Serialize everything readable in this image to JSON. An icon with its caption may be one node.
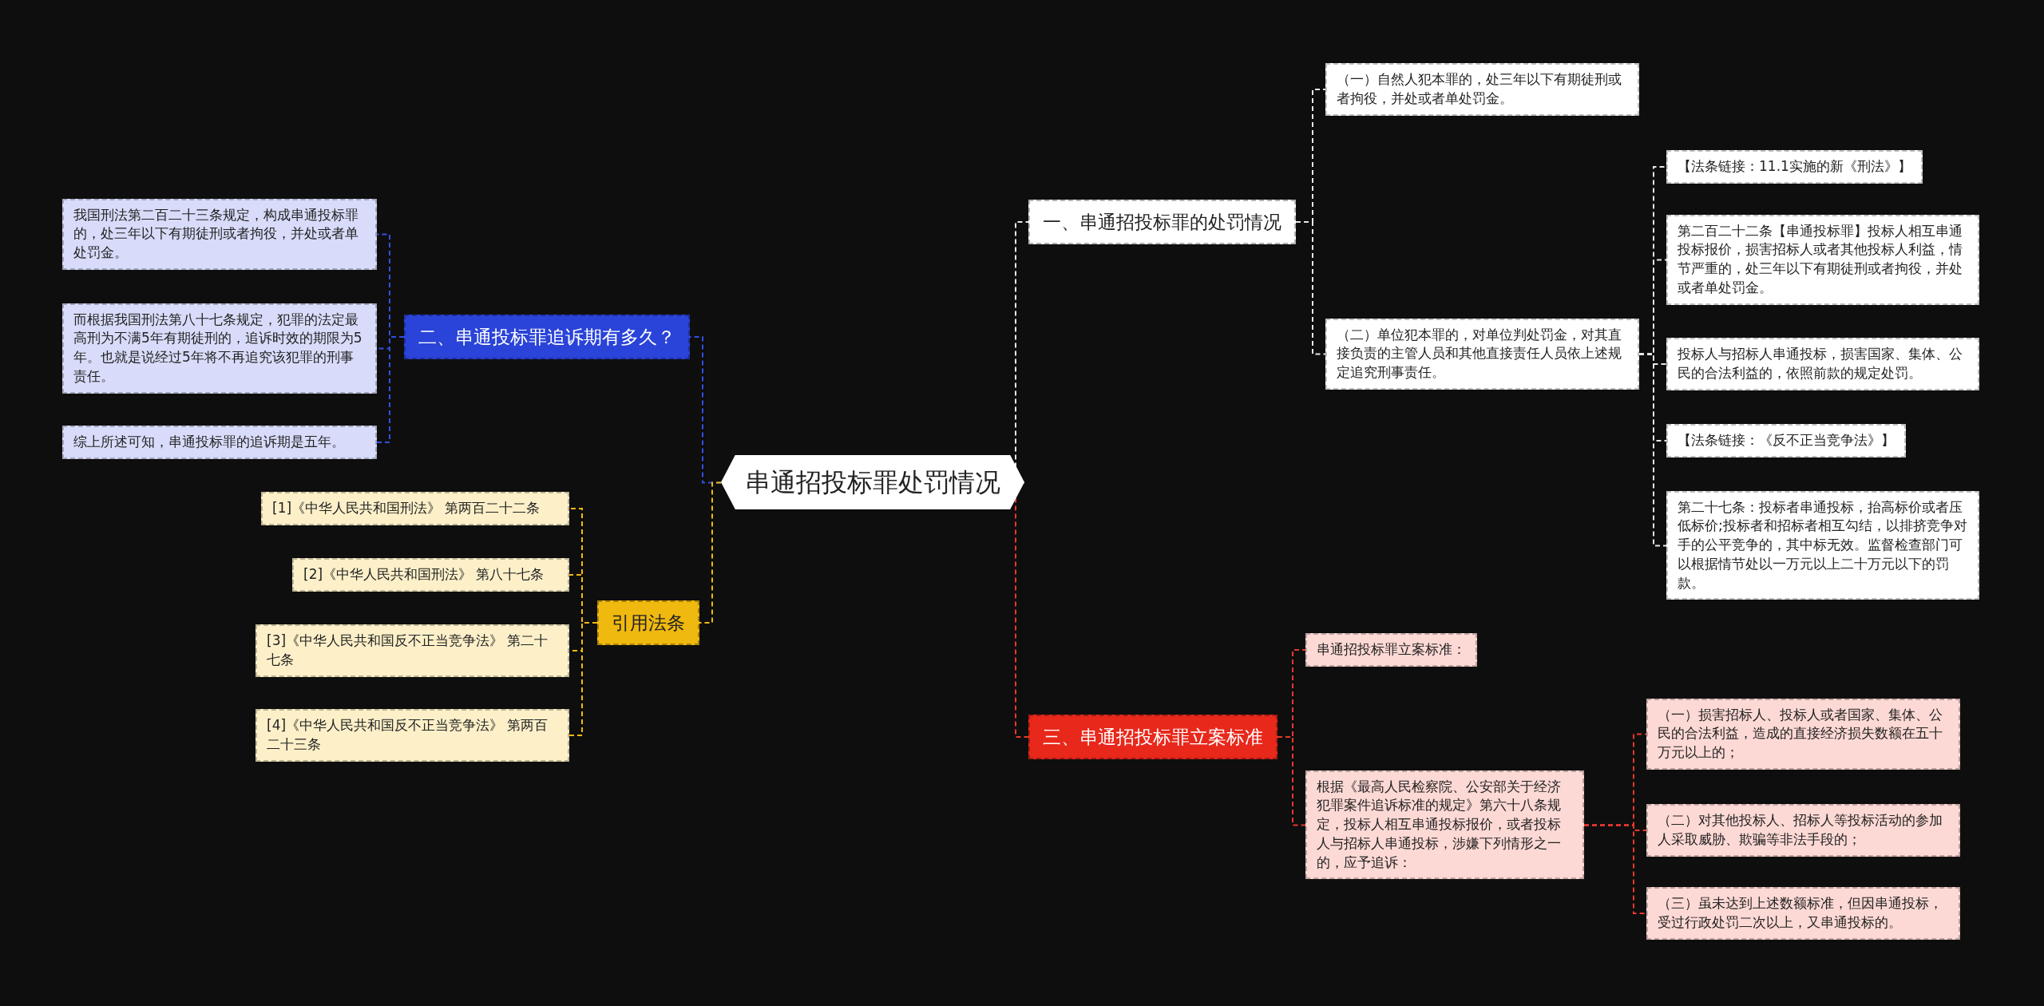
{
  "diagram": {
    "nodes": [
      {
        "text": [
          "串通招投标罪处罚情况"
        ]
      },
      {
        "text": [
          "一、串通招投标罪的处罚情况"
        ]
      },
      {
        "text": [
          "（一）自然人犯本罪的，处三年以下有期徒刑或者拘役，并处或者单处罚金。"
        ]
      },
      {
        "text": [
          "（二）单位犯本罪的，对单位判处罚金，对其直接负责的主管人员和其他直接责任人员依上述规定追究刑事责任。"
        ]
      },
      {
        "text": [
          "【法条链接：11.1实施的新《刑法》】"
        ]
      },
      {
        "text": [
          "第二百二十二条【串通投标罪】投标人相互串通投标报价，损害招标人或者其他投标人利益，情节严重的，处三年以下有期徒刑或者拘役，并处或者单处罚金。"
        ]
      },
      {
        "text": [
          "投标人与招标人串通投标，损害国家、集体、公民的合法利益的，依照前款的规定处罚。"
        ]
      },
      {
        "text": [
          "【法条链接：《反不正当竞争法》】"
        ]
      },
      {
        "text": [
          "第二十七条：投标者串通投标，抬高标价或者压低标价;投标者和招标者相互勾结，以排挤竞争对手的公平竞争的，其中标无效。监督检查部门可以根据情节处以一万元以上二十万元以下的罚款。"
        ]
      },
      {
        "text": [
          "三、串通招投标罪立案标准"
        ]
      },
      {
        "text": [
          "串通招投标罪立案标准："
        ]
      },
      {
        "text": [
          "根据《最高人民检察院、公安部关于经济犯罪案件追诉标准的规定》第六十八条规定，投标人相互串通投标报价，或者投标人与招标人串通投标，涉嫌下列情形之一的，应予追诉："
        ]
      },
      {
        "text": [
          "（一）损害招标人、投标人或者国家、集体、公民的合法利益，造成的直接经济损失数额在五十万元以上的；"
        ]
      },
      {
        "text": [
          "（二）对其他投标人、招标人等投标活动的参加人采取威胁、欺骗等非法手段的；"
        ]
      },
      {
        "text": [
          "（三）虽未达到上述数额标准，但因串通投标，受过行政处罚二次以上，又串通投标的。"
        ]
      },
      {
        "text": [
          "二、串通投标罪追诉期有多久？"
        ]
      },
      {
        "text": [
          "我国刑法第二百二十三条规定，构成串通投标罪的，处三年以下有期徒刑或者拘役，并处或者单处罚金。"
        ]
      },
      {
        "text": [
          "而根据我国刑法第八十七条规定，犯罪的法定最高刑为不满5年有期徒刑的，追诉时效的期限为5年。也就是说经过5年将不再追究该犯罪的刑事责任。"
        ]
      },
      {
        "text": [
          "综上所述可知，串通投标罪的追诉期是五年。"
        ]
      },
      {
        "text": [
          "引用法条"
        ]
      },
      {
        "text": [
          "[1]《中华人民共和国刑法》 第两百二十二条"
        ]
      },
      {
        "text": [
          "[2]《中华人民共和国刑法》 第八十七条"
        ]
      },
      {
        "text": [
          "[3]《中华人民共和国反不正当竞争法》 第二十七条"
        ]
      },
      {
        "text": [
          "[4]《中华人民共和国反不正当竞争法》 第两百二十三条"
        ]
      }
    ],
    "edges": [
      {
        "from": 0,
        "to": 1,
        "arrow": "none"
      },
      {
        "from": 1,
        "to": 2,
        "arrow": "none"
      },
      {
        "from": 1,
        "to": 3,
        "arrow": "none"
      },
      {
        "from": 3,
        "to": 4,
        "arrow": "none"
      },
      {
        "from": 3,
        "to": 5,
        "arrow": "none"
      },
      {
        "from": 3,
        "to": 6,
        "arrow": "none"
      },
      {
        "from": 3,
        "to": 7,
        "arrow": "none"
      },
      {
        "from": 3,
        "to": 8,
        "arrow": "none"
      },
      {
        "from": 0,
        "to": 9,
        "arrow": "none",
        "color": "#e8392b"
      },
      {
        "from": 9,
        "to": 10,
        "arrow": "none",
        "color": "#e8392b"
      },
      {
        "from": 9,
        "to": 11,
        "arrow": "none",
        "color": "#e8392b"
      },
      {
        "from": 11,
        "to": 12,
        "arrow": "none",
        "color": "#e8392b"
      },
      {
        "from": 11,
        "to": 13,
        "arrow": "none",
        "color": "#e8392b"
      },
      {
        "from": 11,
        "to": 14,
        "arrow": "none",
        "color": "#e8392b"
      },
      {
        "from": 0,
        "to": 15,
        "arrow": "none",
        "color": "#3150e0"
      },
      {
        "from": 15,
        "to": 16,
        "arrow": "none",
        "color": "#3150e0"
      },
      {
        "from": 15,
        "to": 17,
        "arrow": "none",
        "color": "#3150e0"
      },
      {
        "from": 15,
        "to": 18,
        "arrow": "none",
        "color": "#3150e0"
      },
      {
        "from": 0,
        "to": 19,
        "arrow": "none",
        "color": "#f0b90f"
      },
      {
        "from": 19,
        "to": 20,
        "arrow": "none",
        "color": "#f0b90f"
      },
      {
        "from": 19,
        "to": 21,
        "arrow": "none",
        "color": "#f0b90f"
      },
      {
        "from": 19,
        "to": 22,
        "arrow": "none",
        "color": "#f0b90f"
      },
      {
        "from": 19,
        "to": 23,
        "arrow": "none",
        "color": "#f0b90f"
      }
    ]
  }
}
